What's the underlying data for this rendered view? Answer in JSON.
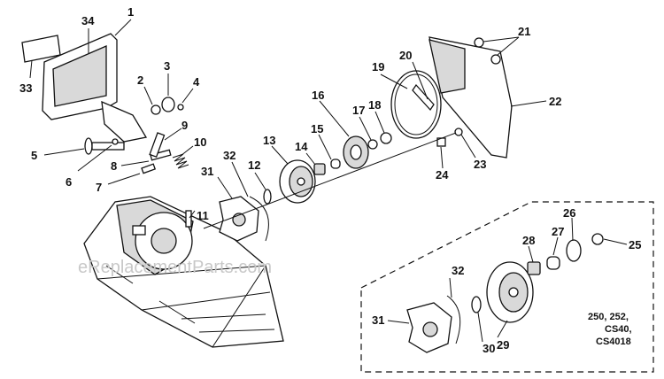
{
  "watermark": "eReplacementParts.com",
  "inset_note": [
    "250, 252,",
    "CS40,",
    "CS4018"
  ],
  "callouts": {
    "c1": "1",
    "c2": "2",
    "c3": "3",
    "c4": "4",
    "c5": "5",
    "c6": "6",
    "c7": "7",
    "c8": "8",
    "c9": "9",
    "c10": "10",
    "c11": "11",
    "c12": "12",
    "c13": "13",
    "c14": "14",
    "c15": "15",
    "c16": "16",
    "c17": "17",
    "c18": "18",
    "c19": "19",
    "c20": "20",
    "c21": "21",
    "c22": "22",
    "c23": "23",
    "c24": "24",
    "c25": "25",
    "c26": "26",
    "c27": "27",
    "c28": "28",
    "c29": "29",
    "c30": "30",
    "c31": "31",
    "c31b": "31",
    "c32": "32",
    "c32b": "32",
    "c33": "33",
    "c34": "34"
  }
}
